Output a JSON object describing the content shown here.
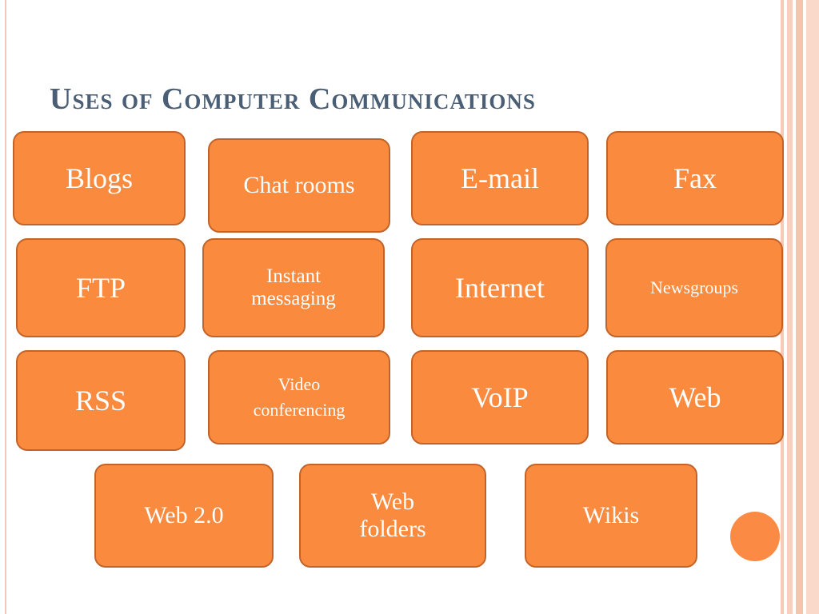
{
  "slide": {
    "title": "Uses of Computer Communications",
    "tiles": [
      {
        "label": "Blogs"
      },
      {
        "label": "Chat rooms"
      },
      {
        "label": "E-mail"
      },
      {
        "label": "Fax"
      },
      {
        "label": "FTP"
      },
      {
        "label": "Instant messaging"
      },
      {
        "label": "Internet"
      },
      {
        "label": "Newsgroups"
      },
      {
        "label": "RSS"
      },
      {
        "label": "Video conferencing"
      },
      {
        "label": "VoIP"
      },
      {
        "label": "Web"
      },
      {
        "label": "Web 2.0"
      },
      {
        "label": "Web folders"
      },
      {
        "label": "Wikis"
      }
    ]
  },
  "colors": {
    "tile_fill": "#fa8a3d",
    "tile_border": "#c2642a",
    "title_text": "#4a5e75",
    "accent_stripes": "#f8c4ae"
  }
}
